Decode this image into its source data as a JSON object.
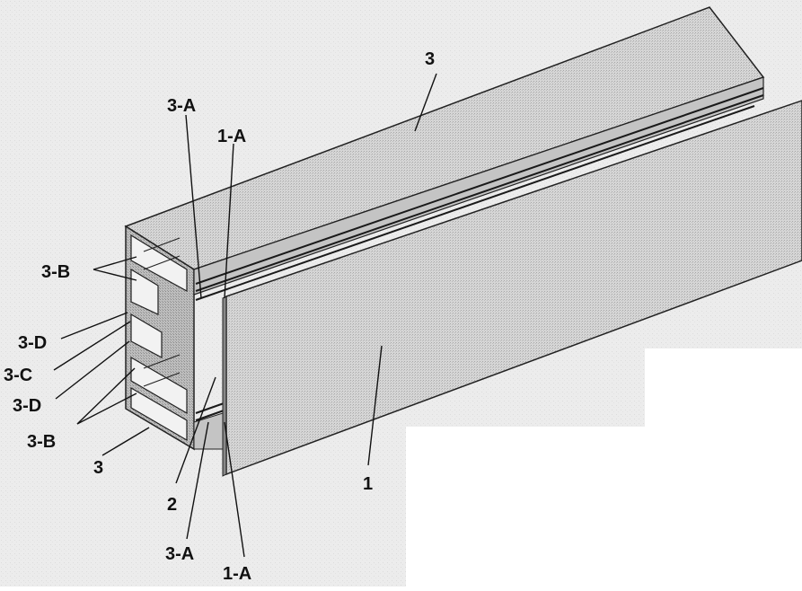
{
  "labels": {
    "part_3_top": "3",
    "part_3a_top": "3-A",
    "part_1a_top": "1-A",
    "part_3b_upper": "3-B",
    "part_3d_upper": "3-D",
    "part_3c": "3-C",
    "part_3d_lower": "3-D",
    "part_3b_lower": "3-B",
    "part_3_bottom": "3",
    "part_2": "2",
    "part_1": "1",
    "part_3a_bottom": "3-A",
    "part_1a_bottom": "1-A"
  }
}
